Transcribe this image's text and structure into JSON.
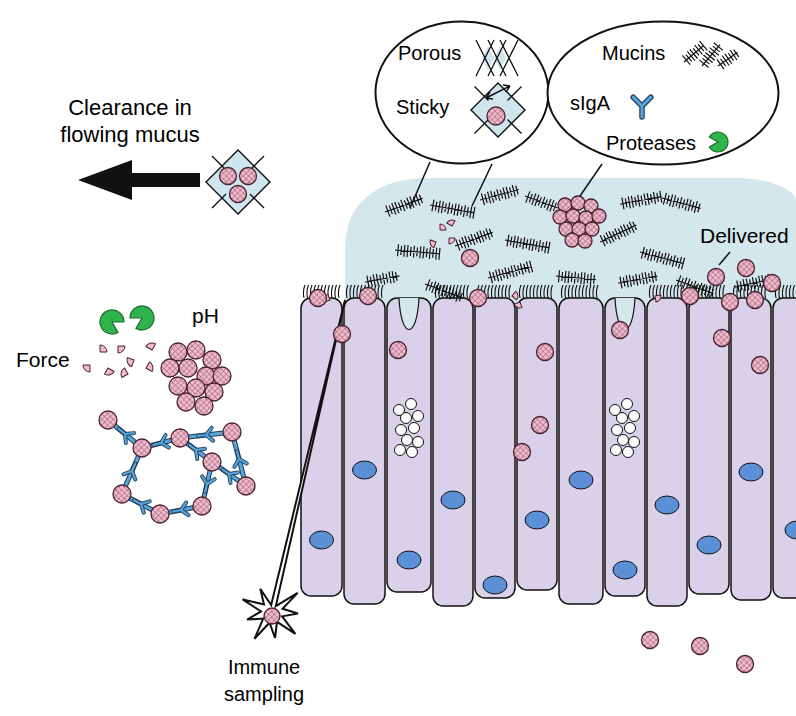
{
  "diagram": {
    "nodes": [
      {
        "text": [
          "Porous",
          "Sticky"
        ]
      },
      {
        "text": [
          "Mucins",
          "sIgA",
          "Proteases"
        ]
      }
    ],
    "labels": [
      "Clearance in flowing mucus",
      "Delivered",
      "pH",
      "Force",
      "Immune sampling"
    ]
  }
}
